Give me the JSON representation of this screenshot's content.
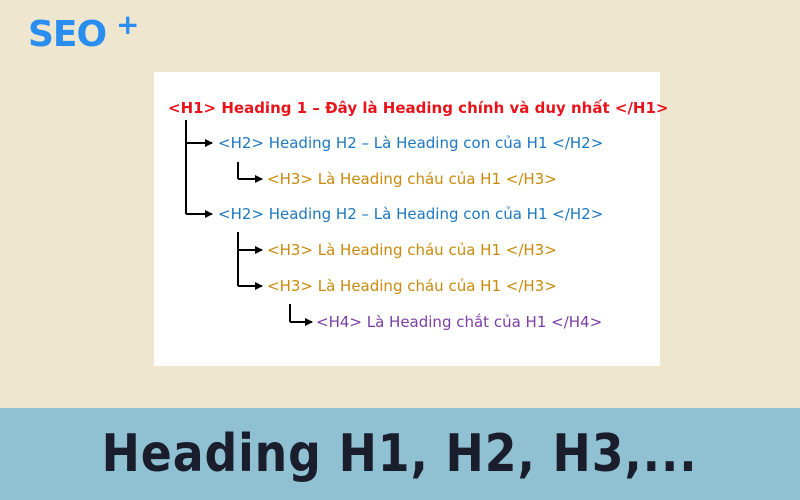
{
  "brand": {
    "name": "SEO",
    "plus": "+",
    "color": "#2a8ef0"
  },
  "colors": {
    "h1": "#e8141c",
    "h2": "#1c78c0",
    "h3": "#c98a0c",
    "h4": "#7a3ea6",
    "banner": "#8fc1d2",
    "card": "#ffffff"
  },
  "headings": [
    {
      "level": "h1",
      "text": "<H1> Heading 1 – Đây là Heading chính và duy nhất </H1>"
    },
    {
      "level": "h2",
      "text": "<H2> Heading H2 – Là Heading con của H1 </H2>"
    },
    {
      "level": "h3",
      "text": "<H3> Là Heading cháu của H1 </H3>"
    },
    {
      "level": "h2",
      "text": "<H2> Heading H2 – Là Heading con của H1 </H2>"
    },
    {
      "level": "h3",
      "text": "<H3> Là Heading cháu của H1 </H3>"
    },
    {
      "level": "h3",
      "text": "<H3> Là Heading cháu của H1 </H3>"
    },
    {
      "level": "h4",
      "text": "<H4> Là Heading chắt của H1 </H4>"
    }
  ],
  "banner": {
    "title": "Heading  H1,  H2,  H3,..."
  }
}
